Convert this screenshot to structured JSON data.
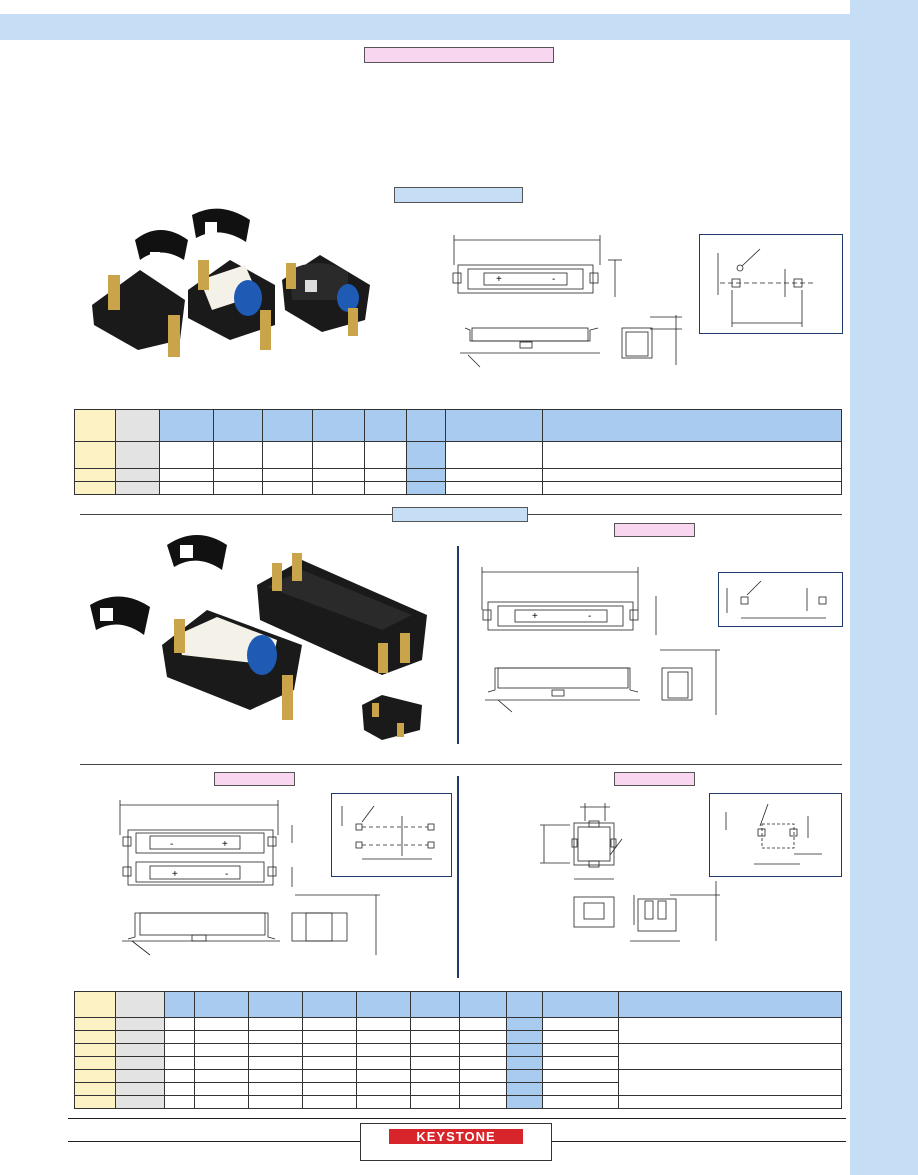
{
  "colors": {
    "band_blue": "#c5def5",
    "label_pink": "#f9d6f0",
    "header_blue": "#a9cbef",
    "part_col_yellow": "#fdf2c4",
    "mfr_col_gray": "#e3e3e3",
    "divider_navy": "#1f3a6b",
    "logo_red": "#d8252b"
  },
  "section_1": {
    "dimension_drawings": [
      {
        "view": "top",
        "polarity_plus": "+",
        "polarity_minus": "-"
      }
    ]
  },
  "section_2": {
    "dimension_drawings": [
      {
        "view": "top",
        "polarity_plus": "+",
        "polarity_minus": "-"
      },
      {
        "view": "dual-top",
        "polarity_minus_1": "-",
        "polarity_plus_1": "+",
        "polarity_plus_2": "+",
        "polarity_minus_2": "-"
      }
    ]
  },
  "footer": {
    "logo_text": "KEYSTONE"
  }
}
